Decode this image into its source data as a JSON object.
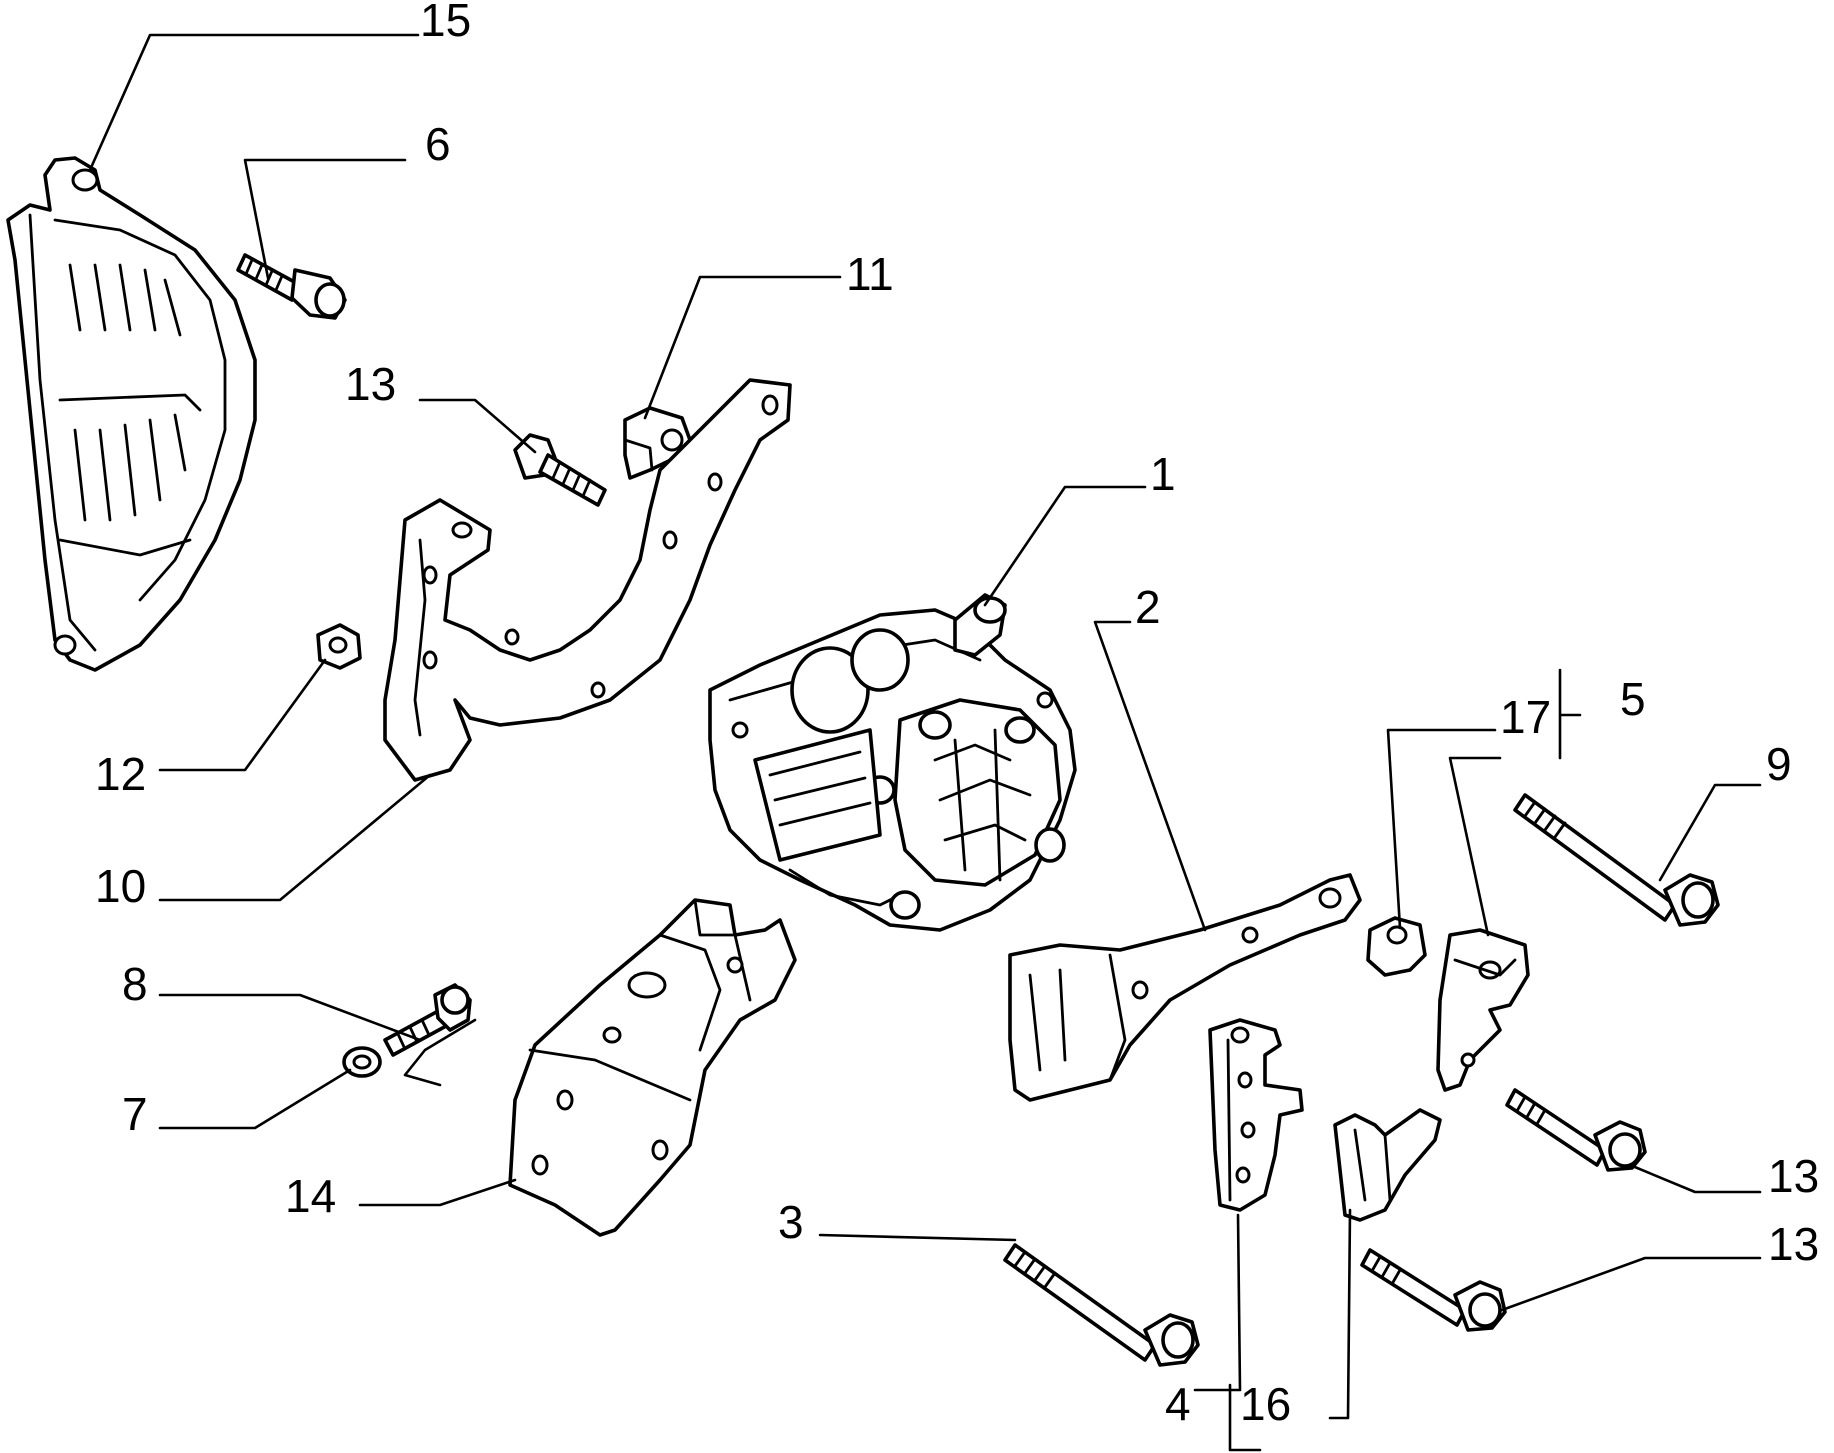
{
  "diagram": {
    "type": "exploded-parts-diagram",
    "labels": {
      "l1": "1",
      "l2": "2",
      "l3": "3",
      "l4": "4",
      "l5": "5",
      "l6": "6",
      "l7": "7",
      "l8": "8",
      "l9": "9",
      "l10": "10",
      "l11": "11",
      "l12": "12",
      "l13a": "13",
      "l13b": "13",
      "l13c": "13",
      "l14": "14",
      "l15": "15",
      "l16": "16",
      "l17": "17"
    }
  }
}
